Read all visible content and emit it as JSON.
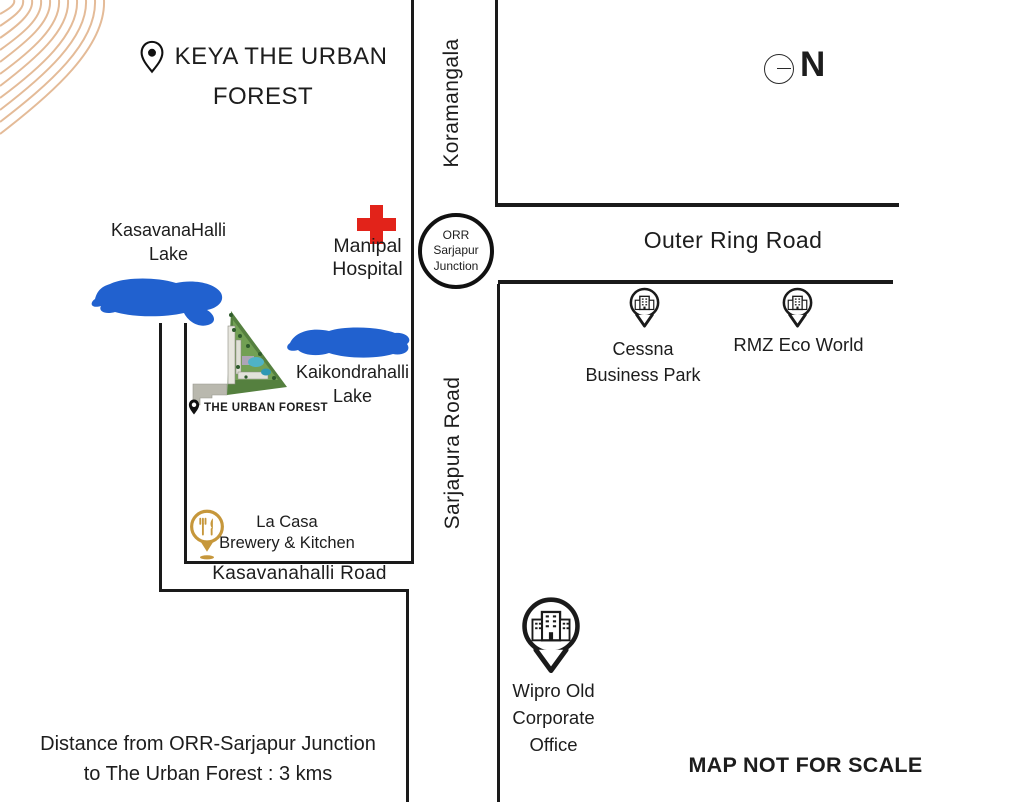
{
  "title": {
    "line1": "KEYA THE URBAN",
    "line2": "FOREST"
  },
  "compass": {
    "north_label": "N"
  },
  "roads": {
    "koramangala_label": "Koramangala",
    "outer_ring_road_label": "Outer Ring Road",
    "sarjapura_label": "Sarjapura Road",
    "kasavanahalli_label": "Kasavanahalli Road"
  },
  "junction": {
    "line1": "ORR",
    "line2": "Sarjapur",
    "line3": "Junction"
  },
  "landmarks": {
    "manipal_hospital": {
      "line1": "Manipal",
      "line2": "Hospital"
    },
    "kasavanahalli_lake": {
      "line1": "KasavanaHalli",
      "line2": "Lake"
    },
    "kaikondrahalli_lake": {
      "line1": "Kaikondrahalli",
      "line2": "Lake"
    },
    "cessna_business_park": {
      "line1": "Cessna",
      "line2": "Business Park"
    },
    "rmz_eco_world": {
      "label": "RMZ Eco World"
    },
    "wipro_office": {
      "line1": "Wipro Old",
      "line2": "Corporate",
      "line3": "Office"
    },
    "la_casa": {
      "line1": "La Casa",
      "line2": "Brewery & Kitchen"
    },
    "the_urban_forest": {
      "label": "THE URBAN FOREST"
    }
  },
  "notes": {
    "distance_line1": "Distance from ORR-Sarjapur Junction",
    "distance_line2": "to The Urban Forest : 3 kms",
    "scale_note": "MAP NOT FOR SCALE"
  },
  "icons": {
    "title_pin": "location-pin-icon",
    "compass": "compass-icon",
    "hospital": "red-cross-icon",
    "business": "building-pin-icon",
    "restaurant": "restaurant-pin-icon",
    "site": "map-pin-icon"
  },
  "colors": {
    "lake_blue": "#2161cf",
    "cross_red": "#e2231a",
    "gold": "#c6973b",
    "wave_tan": "#e4bb98",
    "road_black": "#1a1a1a"
  }
}
